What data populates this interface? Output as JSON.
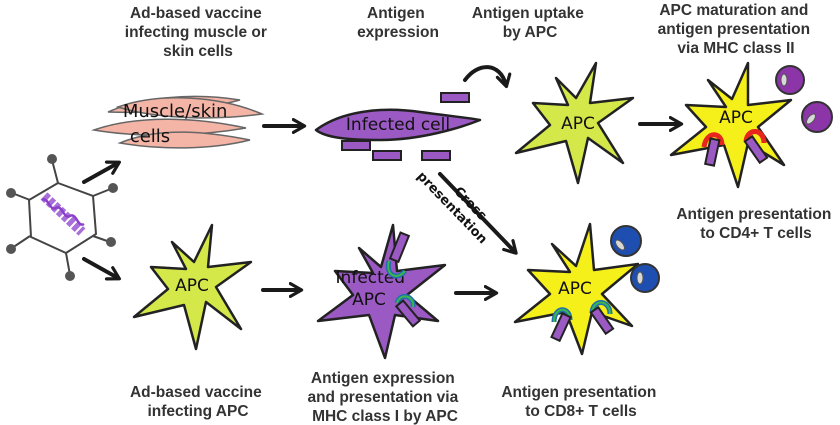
{
  "captions": {
    "ad_muscle": [
      "Ad-based vaccine",
      "infecting muscle or",
      "skin cells"
    ],
    "antigen_expression": [
      "Antigen",
      "expression"
    ],
    "antigen_uptake": [
      "Antigen uptake",
      "by APC"
    ],
    "apc_maturation": [
      "APC maturation and",
      "antigen presentation",
      "via MHC class II"
    ],
    "cd4": [
      "Antigen presentation",
      "to CD4+ T cells"
    ],
    "ad_apc": [
      "Ad-based vaccine",
      "infecting APC"
    ],
    "mhc1": [
      "Antigen expression",
      "and presentation via",
      "MHC class I by APC"
    ],
    "cd8": [
      "Antigen presentation",
      "to CD8+ T cells"
    ]
  },
  "cell_labels": {
    "muscle_skin": [
      "Muscle/skin",
      "cells"
    ],
    "infected_cell": "Infected cell",
    "apc_uptake": "APC",
    "apc_mature": "APC",
    "apc_bottom": "APC",
    "infected_apc": [
      "Infected",
      "APC"
    ],
    "apc_cd8": "APC"
  },
  "arrow_labels": {
    "cross_presentation": [
      "Cross",
      "presentation"
    ]
  },
  "colors": {
    "muscle_cell": "#f4b4a6",
    "infected": "#9b59c4",
    "apc_immature": "#d4e84a",
    "apc_mature": "#f5ef1a",
    "mhc2": "#e8261e",
    "mhc1_outer": "#1f6fb2",
    "mhc1_inner": "#3cb54a",
    "cd4_tcell": "#8b35a8",
    "cd8_tcell": "#1e4fb0",
    "virus_dna": "#8a3fc9"
  }
}
